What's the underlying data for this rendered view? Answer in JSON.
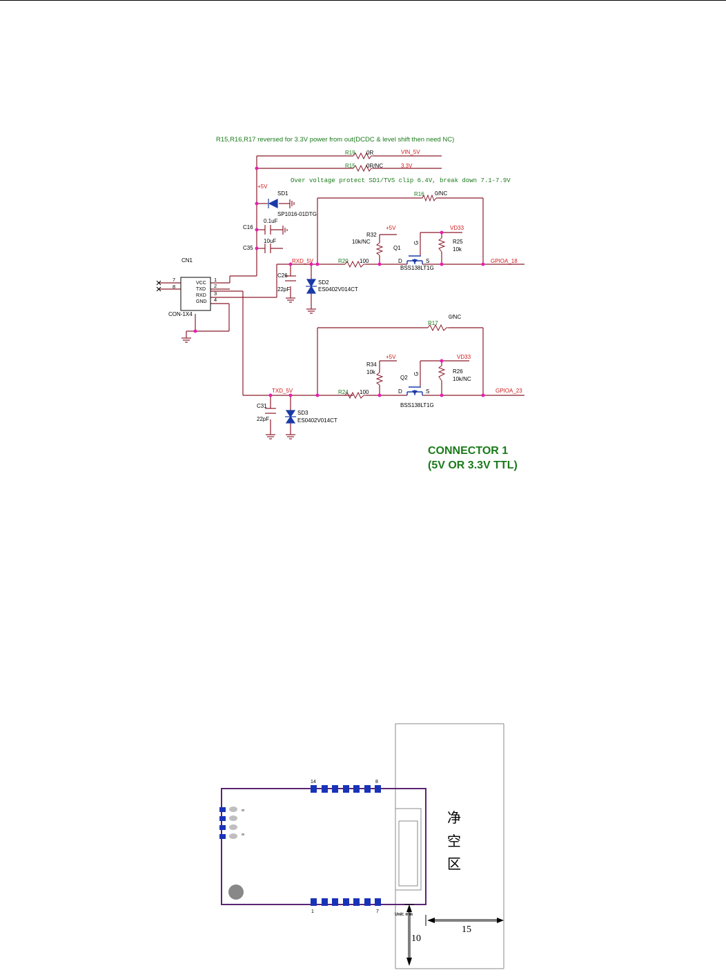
{
  "schematic": {
    "note_top": "R15,R16,R17 reversed for 3.3V power from out(DCDC & level shift then need NC)",
    "note_ovp": "Over voltage protect SD1/TVS clip 6.4V, break down 7.1-7.9V",
    "connector_title": "CONNECTOR 1",
    "connector_subtitle": "(5V OR 3.3V TTL)",
    "net_labels": {
      "vin5v": "VIN_5V",
      "v33": "3.3V",
      "plus5v_a": "+5V",
      "plus5v_b": "+5V",
      "plus5v_c": "+5V",
      "vd33_a": "VD33",
      "vd33_b": "VD33",
      "rxd5v": "RXD_5V",
      "txd5v": "TXD_5V",
      "gpio18": "GPIOA_18",
      "gpio23": "GPIOA_23"
    },
    "components": {
      "r19": "R19",
      "r19_val": "0R",
      "r15": "R15",
      "r15_val": "0R/NC",
      "r16": "R16",
      "r16_val": "0/NC",
      "r17": "R17",
      "r17_val": "0/NC",
      "r32": "R32",
      "r32_val": "10k/NC",
      "r25": "R25",
      "r25_val": "10k",
      "r20": "R20",
      "r20_val": "100",
      "r34": "R34",
      "r34_val": "10k",
      "r26": "R26",
      "r26_val": "10k/NC",
      "r24": "R24",
      "r24_val": "100",
      "sd1": "SD1",
      "sd1_part": "SP1016-01DTG",
      "sd2": "SD2",
      "sd2_part": "ES0402V014CT",
      "sd3": "SD3",
      "sd3_part": "ES0402V014CT",
      "c16": "C16",
      "c16_val": "0.1uF",
      "c35": "C35",
      "c35_val": "10uF",
      "c26": "C26",
      "c26_val": "22pF",
      "c31": "C31",
      "c31_val": "22pF",
      "q1": "Q1",
      "q1_part": "BSS138LT1G",
      "q2": "Q2",
      "q2_part": "BSS138LT1G",
      "cn1": "CN1",
      "cn1_part": "CON-1X4"
    },
    "pins": {
      "vcc": "VCC",
      "txd": "TXD",
      "rxd": "RXD",
      "gnd": "GND",
      "n1": "1",
      "n2": "2",
      "n3": "3",
      "n4": "4",
      "n7": "7",
      "n8": "8",
      "d": "D",
      "s": "S",
      "g": "G"
    }
  },
  "footprint": {
    "pin_first_top": "14",
    "pin_last_top": "8",
    "pin_first_bottom": "1",
    "pin_last_bottom": "7",
    "silk_top": "8",
    "silk_bottom": "8",
    "keepout_chars": [
      "净",
      "空",
      "区"
    ],
    "unit_label": "Unit: mm",
    "dim_vertical": "10",
    "dim_horizontal": "15"
  },
  "colors": {
    "wire": "#8b1a2b",
    "green_text": "#1a7a1a",
    "net_red": "#d01818",
    "junction": "#e61fae",
    "diode": "#1a3aa8",
    "board_outline": "#5a2372",
    "pad": "#1933b8"
  }
}
